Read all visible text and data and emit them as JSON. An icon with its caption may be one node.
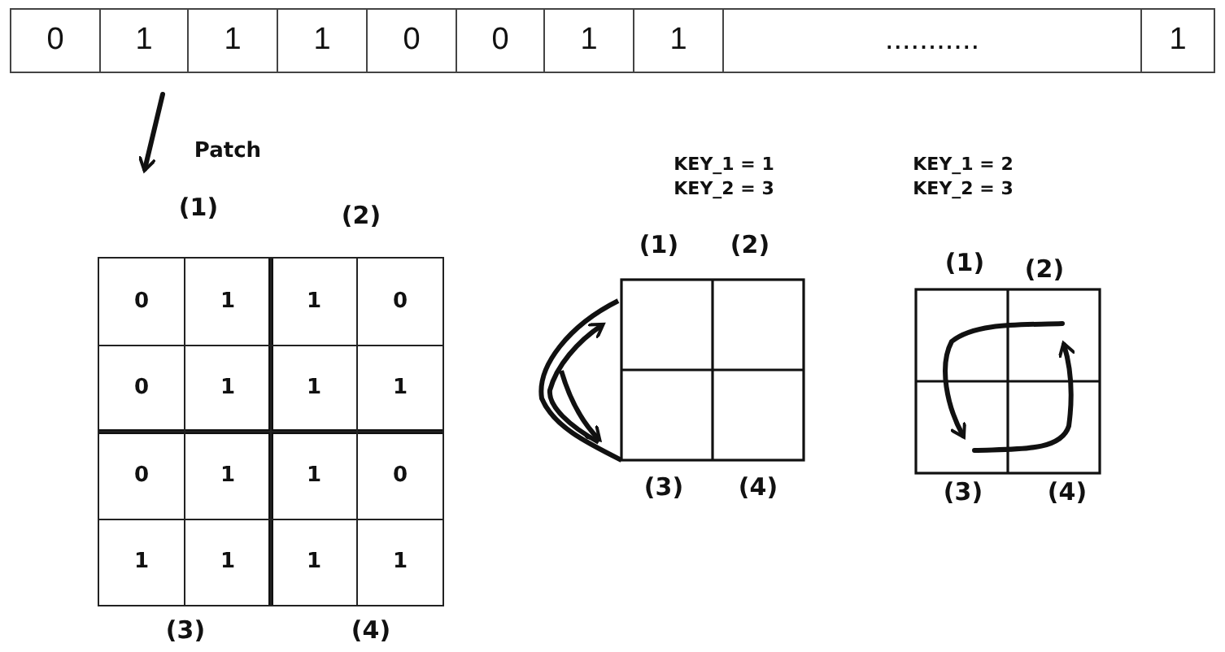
{
  "diagram": {
    "labels": [
      "0",
      "1",
      "1",
      "1",
      "0",
      "0",
      "1",
      "1",
      "...........",
      "1",
      "Patch",
      "KEY_1 = 1",
      "KEY_2 = 3",
      "KEY_1 = 2",
      "KEY_2 = 3",
      "(1)",
      "(2)",
      "(1)",
      "(2)",
      "(1)",
      "(2)",
      "0",
      "1",
      "1",
      "0",
      "0",
      "1",
      "1",
      "1",
      "0",
      "1",
      "1",
      "0",
      "1",
      "1",
      "1",
      "1",
      "(3)",
      "(4)",
      "(3)",
      "(4)",
      "(3)",
      "(4)"
    ]
  }
}
